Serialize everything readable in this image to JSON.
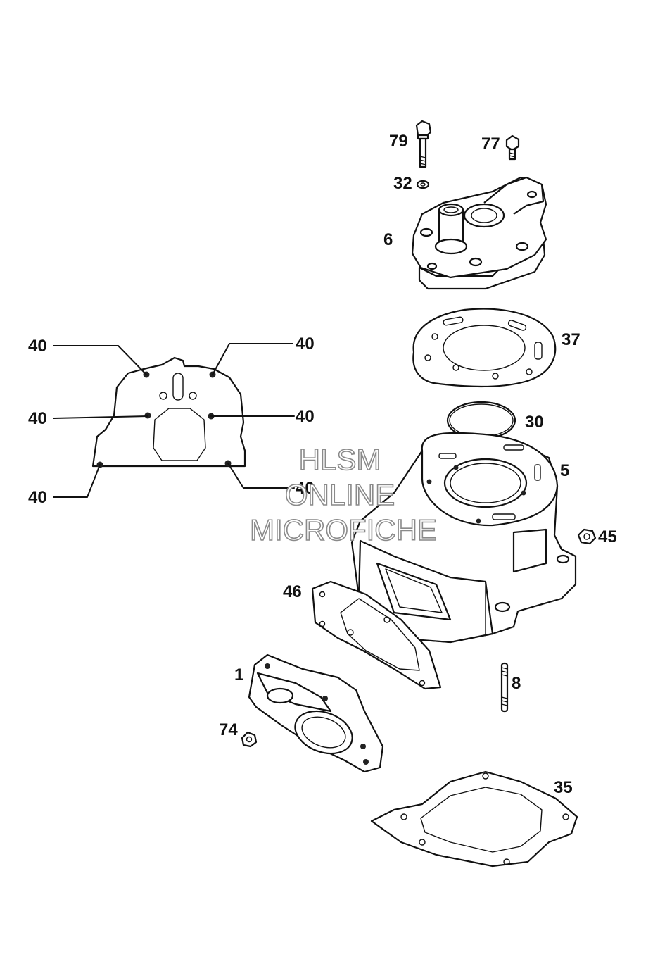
{
  "callouts": {
    "p79": "79",
    "p77": "77",
    "p32": "32",
    "p6": "6",
    "p37": "37",
    "p30": "30",
    "p5": "5",
    "p45": "45",
    "p46": "46",
    "p1": "1",
    "p8": "8",
    "p74": "74",
    "p35": "35",
    "p40_top_left": "40",
    "p40_top_right": "40",
    "p40_mid_left": "40",
    "p40_mid_right": "40",
    "p40_bot_left": "40",
    "p40_bot_right": "40"
  },
  "watermark": {
    "line1": "HLSM",
    "line2": "ONLINE",
    "line3": "MICROFICHE"
  }
}
